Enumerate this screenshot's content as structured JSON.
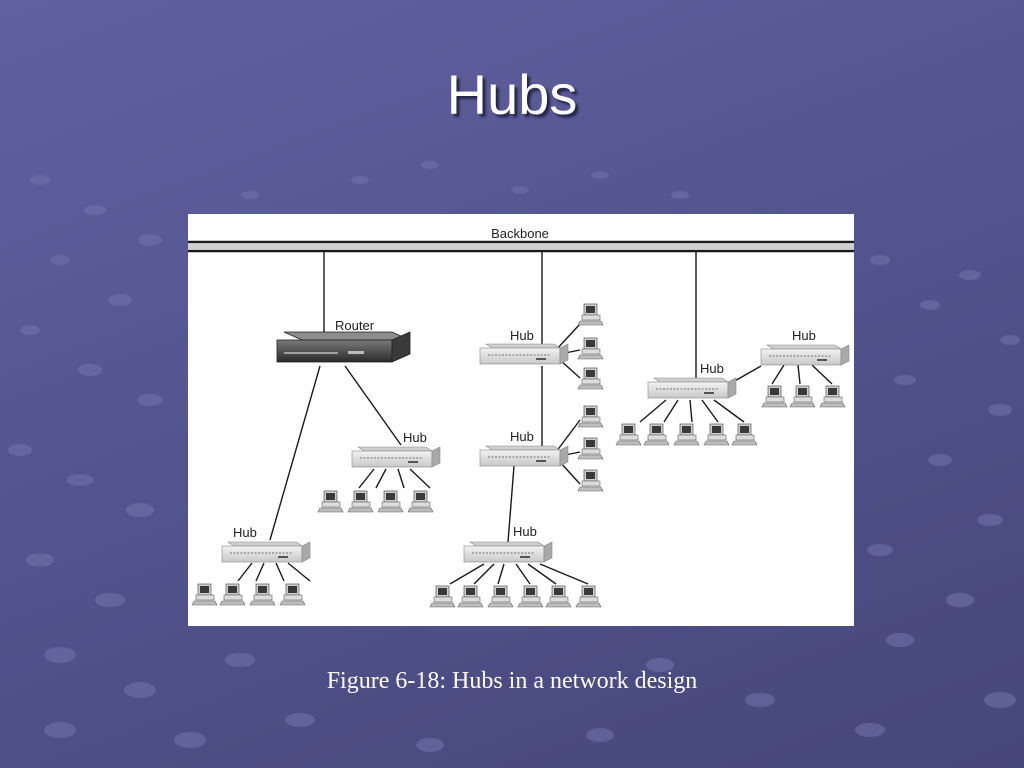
{
  "slide": {
    "title": "Hubs",
    "caption": "Figure 6-18: Hubs in a network design"
  },
  "diagram": {
    "backbone_label": "Backbone",
    "router_label": "Router",
    "hub_label": "Hub",
    "icons": {
      "router": "router-icon",
      "hub": "hub-icon",
      "computer": "computer-icon"
    }
  },
  "colors": {
    "background": "#55568f",
    "text": "#ffffff",
    "panel": "#ffffff",
    "line": "#1a1a1a",
    "hub_body": "#e4e4e4"
  }
}
